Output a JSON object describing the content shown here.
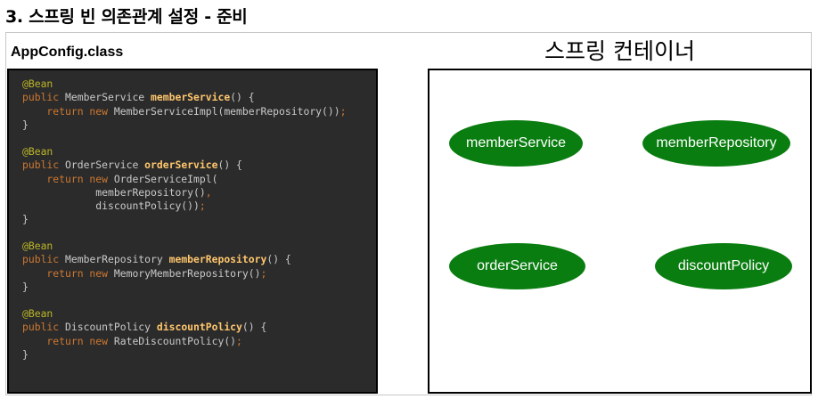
{
  "page": {
    "title": "3. 스프링 빈 의존관계 설정 - 준비"
  },
  "config_panel": {
    "label": "AppConfig.class",
    "code_blocks": [
      [
        [
          {
            "t": "@Bean",
            "c": "ann"
          }
        ],
        [
          {
            "t": "public ",
            "c": "kw"
          },
          {
            "t": "MemberService ",
            "c": "txt"
          },
          {
            "t": "memberService",
            "c": "fn"
          },
          {
            "t": "() {",
            "c": "txt"
          }
        ],
        [
          {
            "t": "    return new ",
            "c": "kw"
          },
          {
            "t": "MemberServiceImpl(memberRepository())",
            "c": "txt"
          },
          {
            "t": ";",
            "c": "kw"
          }
        ],
        [
          {
            "t": "}",
            "c": "txt"
          }
        ]
      ],
      [
        [
          {
            "t": "@Bean",
            "c": "ann"
          }
        ],
        [
          {
            "t": "public ",
            "c": "kw"
          },
          {
            "t": "OrderService ",
            "c": "txt"
          },
          {
            "t": "orderService",
            "c": "fn"
          },
          {
            "t": "() {",
            "c": "txt"
          }
        ],
        [
          {
            "t": "    return new ",
            "c": "kw"
          },
          {
            "t": "OrderServiceImpl(",
            "c": "txt"
          }
        ],
        [
          {
            "t": "            memberRepository()",
            "c": "txt"
          },
          {
            "t": ",",
            "c": "kw"
          }
        ],
        [
          {
            "t": "            discountPolicy())",
            "c": "txt"
          },
          {
            "t": ";",
            "c": "kw"
          }
        ],
        [
          {
            "t": "}",
            "c": "txt"
          }
        ]
      ],
      [
        [
          {
            "t": "@Bean",
            "c": "ann"
          }
        ],
        [
          {
            "t": "public ",
            "c": "kw"
          },
          {
            "t": "MemberRepository ",
            "c": "txt"
          },
          {
            "t": "memberRepository",
            "c": "fn"
          },
          {
            "t": "() {",
            "c": "txt"
          }
        ],
        [
          {
            "t": "    return new ",
            "c": "kw"
          },
          {
            "t": "MemoryMemberRepository()",
            "c": "txt"
          },
          {
            "t": ";",
            "c": "kw"
          }
        ],
        [
          {
            "t": "}",
            "c": "txt"
          }
        ]
      ],
      [
        [
          {
            "t": "@Bean",
            "c": "ann"
          }
        ],
        [
          {
            "t": "public ",
            "c": "kw"
          },
          {
            "t": "DiscountPolicy ",
            "c": "txt"
          },
          {
            "t": "discountPolicy",
            "c": "fn"
          },
          {
            "t": "() {",
            "c": "txt"
          }
        ],
        [
          {
            "t": "    return new ",
            "c": "kw"
          },
          {
            "t": "RateDiscountPolicy()",
            "c": "txt"
          },
          {
            "t": ";",
            "c": "kw"
          }
        ],
        [
          {
            "t": "}",
            "c": "txt"
          }
        ]
      ]
    ]
  },
  "container": {
    "title": "스프링 컨테이너",
    "beans": {
      "member_service": "memberService",
      "member_repository": "memberRepository",
      "order_service": "orderService",
      "discount_policy": "discountPolicy"
    }
  },
  "colors": {
    "code_background": "#2b2b2b",
    "annotation": "#bbb529",
    "keyword": "#cc7832",
    "method_name": "#ffc66d",
    "code_text": "#c9c9c9",
    "bean_fill": "#0a7d10",
    "bean_text": "#ffffff"
  }
}
